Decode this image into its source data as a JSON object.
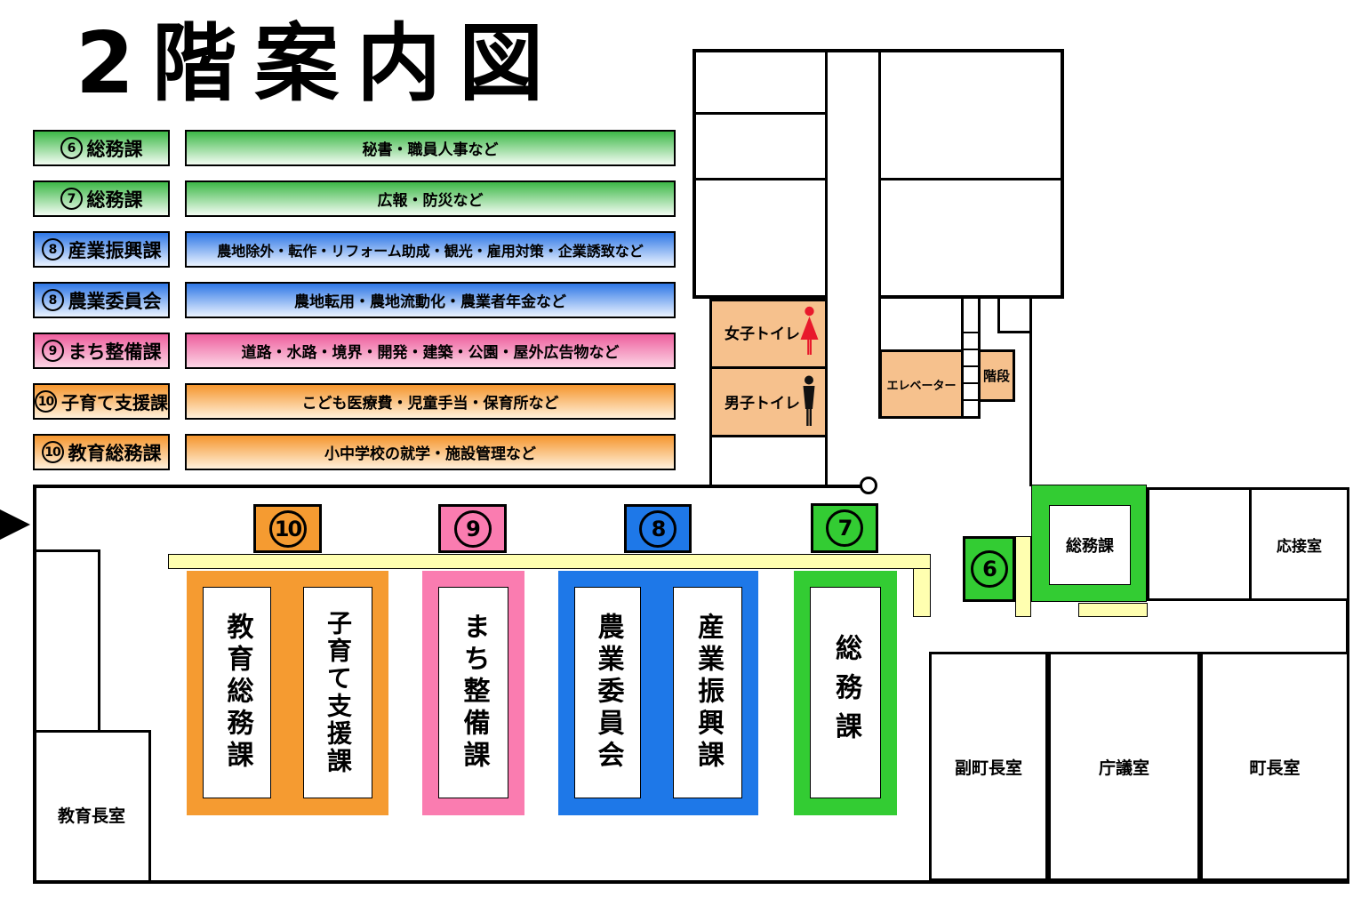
{
  "title": "2階案内図",
  "legend": {
    "rows": [
      {
        "number": "6",
        "label": "総務課",
        "desc": "秘書・職員人事など",
        "color": "green"
      },
      {
        "number": "7",
        "label": "総務課",
        "desc": "広報・防災など",
        "color": "green"
      },
      {
        "number": "8",
        "label": "産業振興課",
        "desc": "農地除外・転作・リフォーム助成・観光・雇用対策・企業誘致など",
        "color": "blue"
      },
      {
        "number": "8",
        "label": "農業委員会",
        "desc": "農地転用・農地流動化・農業者年金など",
        "color": "blue"
      },
      {
        "number": "9",
        "label": "まち整備課",
        "desc": "道路・水路・境界・開発・建築・公園・屋外広告物など",
        "color": "pink"
      },
      {
        "number": "10",
        "label": "子育て支援課",
        "desc": "こども医療費・児童手当・保育所など",
        "color": "orange"
      },
      {
        "number": "10",
        "label": "教育総務課",
        "desc": "小中学校の就学・施設管理など",
        "color": "orange"
      }
    ]
  },
  "map": {
    "rooms": {
      "women_toilet": "女子トイレ",
      "men_toilet": "男子トイレ",
      "elevator": "エレベーター",
      "stairs": "階段",
      "somu_room": "総務課",
      "reception_room": "応接室",
      "education_chief_room": "教育長室",
      "deputy_mayor_room": "副町長室",
      "council_room": "庁議室",
      "mayor_room": "町長室"
    },
    "badges": [
      {
        "number": "10",
        "color": "orange"
      },
      {
        "number": "9",
        "color": "pink"
      },
      {
        "number": "8",
        "color": "blue"
      },
      {
        "number": "7",
        "color": "green"
      },
      {
        "number": "6",
        "color": "green"
      }
    ],
    "counters": [
      {
        "label": "教育総務課",
        "color": "orange"
      },
      {
        "label": "子育て支援課",
        "color": "orange"
      },
      {
        "label": "まち整備課",
        "color": "pink"
      },
      {
        "label": "農業委員会",
        "color": "blue"
      },
      {
        "label": "産業振興課",
        "color": "blue"
      },
      {
        "label": "総務課",
        "color": "green"
      }
    ]
  },
  "colors": {
    "green": "#33cc33",
    "blue": "#1e78e8",
    "pink": "#fa7cb0",
    "orange": "#f59b31",
    "peach": "#f6c18d",
    "counter_yellow": "#ffffb0",
    "female_icon_red": "#e8192c",
    "male_icon_black": "#111111"
  }
}
